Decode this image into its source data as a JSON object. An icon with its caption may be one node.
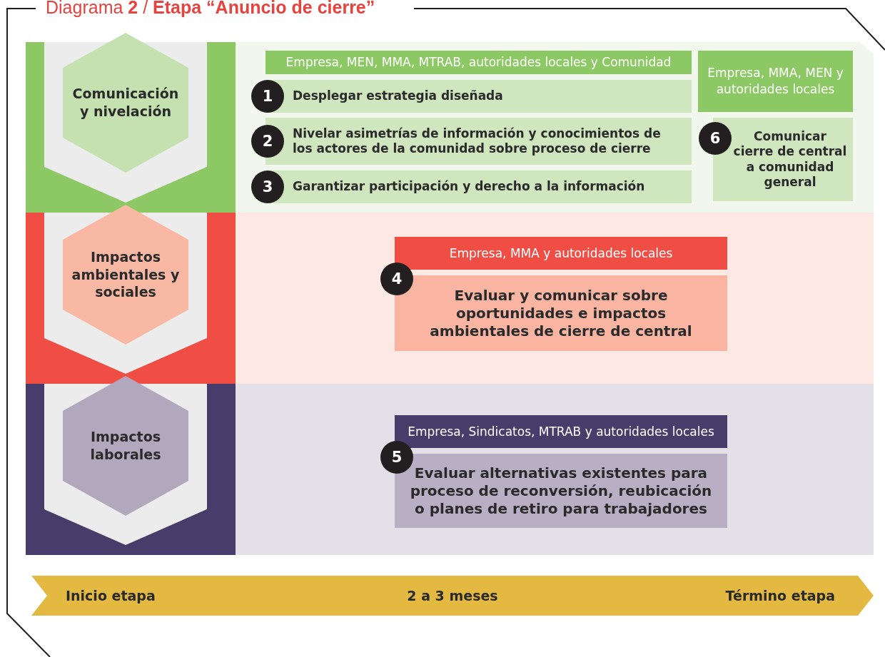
{
  "diagram": {
    "title": "Diagrama **2** / **Etapa “Anuncio de cierre”**",
    "nodes": [
      {
        "text": [
          "Comunicación y nivelación"
        ]
      },
      {
        "text": [
          "Empresa, MEN, MMA, MTRAB, autoridades locales y Comunidad"
        ]
      },
      {
        "text": [
          "1",
          "Desplegar estrategia diseñada"
        ]
      },
      {
        "text": [
          "2",
          "Nivelar asimetrías de información y conocimientos de los actores de la comunidad sobre proceso de cierre"
        ]
      },
      {
        "text": [
          "3",
          "Garantizar participación y derecho a la información"
        ]
      },
      {
        "text": [
          "Empresa, MMA, MEN y autoridades locales"
        ]
      },
      {
        "text": [
          "6",
          "Comunicar cierre de central a comunidad general"
        ]
      },
      {
        "text": [
          "Impactos ambientales y sociales"
        ]
      },
      {
        "text": [
          "Empresa, MMA y autoridades locales"
        ]
      },
      {
        "text": [
          "4",
          "Evaluar y comunicar sobre oportunidades e impactos ambientales de cierre de central"
        ]
      },
      {
        "text": [
          "Impactos laborales"
        ]
      },
      {
        "text": [
          "Empresa, Sindicatos, MTRAB y autoridades locales"
        ]
      },
      {
        "text": [
          "5",
          "Evaluar alternativas existentes para proceso de reconversión, reubicación o planes de retiro para trabajadores"
        ]
      },
      {
        "text": [
          "Inicio etapa",
          "2 a 3 meses",
          "Término etapa"
        ]
      }
    ],
    "edges": []
  }
}
